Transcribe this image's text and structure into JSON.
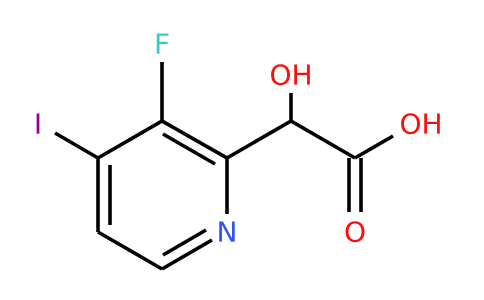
{
  "molecule": {
    "atoms": {
      "fluorine": "F",
      "iodine": "I",
      "nitrogen": "N",
      "hydroxyl": "OH",
      "acid_hydroxyl": "OH",
      "carbonyl_oxygen": "O"
    },
    "colors": {
      "bond": "#000000",
      "F": "#33cccc",
      "I": "#940094",
      "N": "#3050f8",
      "O": "#ff0d0d"
    }
  }
}
